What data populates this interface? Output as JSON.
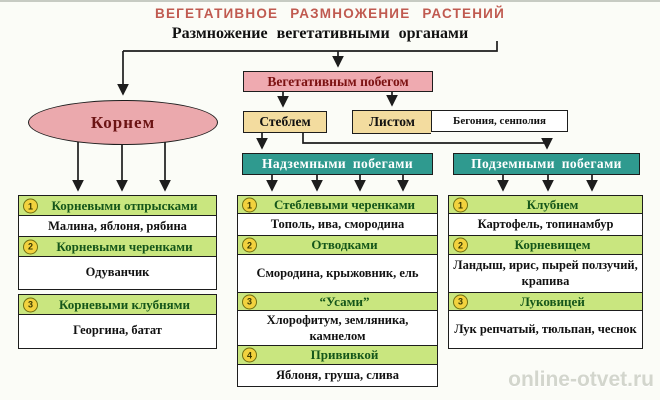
{
  "title": "ВЕГЕТАТИВНОЕ РАЗМНОЖЕНИЕ РАСТЕНИЙ",
  "subtitle": "Размножение вегетативными органами",
  "root": {
    "label": "Корнем"
  },
  "shoot": {
    "label": "Вегетативным побегом"
  },
  "stem": {
    "label": "Стеблем"
  },
  "leaf": {
    "label": "Листом",
    "examples": "Бегония, сенполия"
  },
  "above": {
    "label": "Надземными побегами"
  },
  "below": {
    "label": "Подземными побегами"
  },
  "columns": {
    "root_methods": [
      {
        "num": "1",
        "method": "Корневыми отпрысками",
        "examples": "Малина, яблоня, рябина"
      },
      {
        "num": "2",
        "method": "Корневыми черенками",
        "examples": "Одуванчик"
      },
      {
        "num": "3",
        "method": "Корневыми клубнями",
        "examples": "Георгина, батат"
      }
    ],
    "above_methods": [
      {
        "num": "1",
        "method": "Стеблевыми черенками",
        "examples": "Тополь, ива, смородина"
      },
      {
        "num": "2",
        "method": "Отводками",
        "examples": "Смородина, крыжовник, ель"
      },
      {
        "num": "3",
        "method": "“Усами”",
        "examples": "Хлорофитум, земляника, камнелом"
      },
      {
        "num": "4",
        "method": "Прививкой",
        "examples": "Яблоня, груша, слива"
      }
    ],
    "below_methods": [
      {
        "num": "1",
        "method": "Клубнем",
        "examples": "Картофель, топинамбур"
      },
      {
        "num": "2",
        "method": "Корневищем",
        "examples": "Ландыш, ирис, пырей ползучий, крапива"
      },
      {
        "num": "3",
        "method": "Луковицей",
        "examples": "Лук репчатый, тюльпан, чеснок"
      }
    ]
  },
  "watermark": "online-otvet.ru",
  "colors": {
    "title_red": "#c05a50",
    "pink": "#efaab0",
    "yellow": "#f3dc9f",
    "teal": "#2f9a8f",
    "green_header": "#c9e67f",
    "number_badge": "#f2d23e",
    "background": "#fbfcf7"
  }
}
